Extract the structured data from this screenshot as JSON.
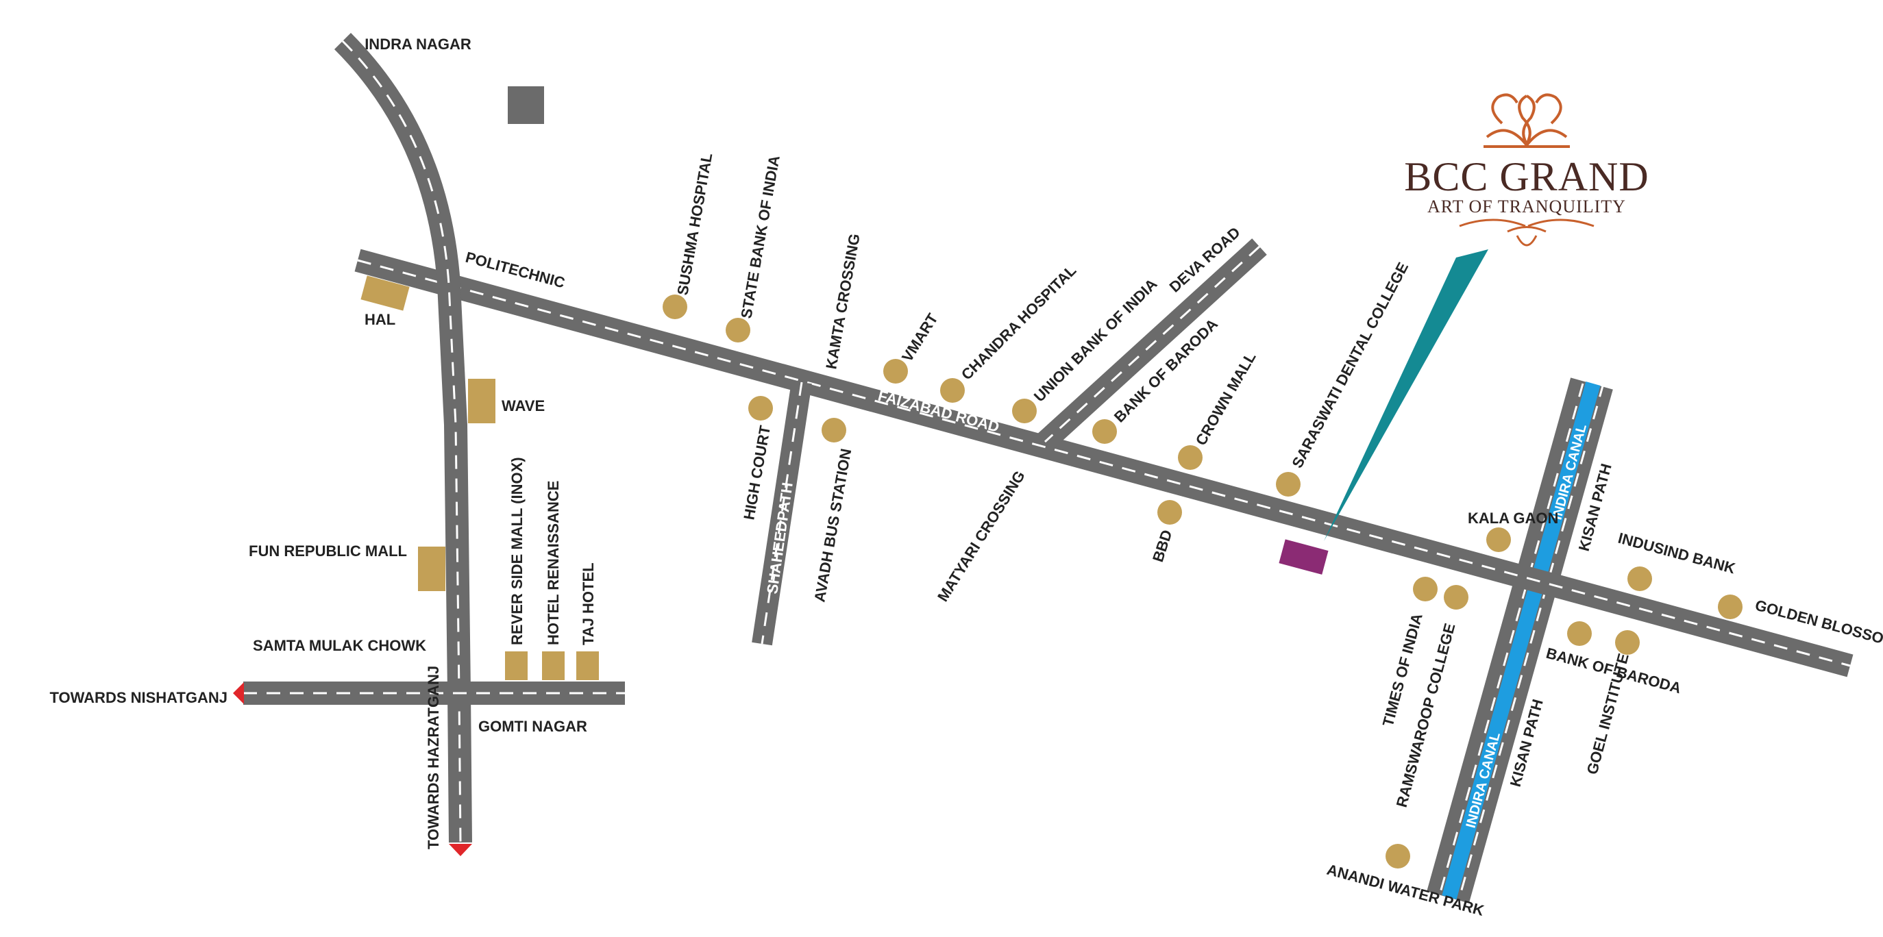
{
  "brand": {
    "name": "BCC GRAND",
    "tagline": "ART OF TRANQUILITY"
  },
  "colors": {
    "road": "#6b6b6b",
    "road_dash": "#ffffff",
    "landmark": "#c3a056",
    "canal": "#1e9de0",
    "site": "#8b2b74",
    "pointer": "#148a93",
    "direction_arrow": "#e0262a",
    "brand_ornament": "#c8602c",
    "brand_text": "#4a2a24"
  },
  "areas": {
    "indra_nagar": "INDRA NAGAR",
    "politechnic": "POLITECHNIC",
    "hal": "HAL",
    "wave": "WAVE",
    "fun_republic": "FUN REPUBLIC MALL",
    "samta": "SAMTA MULAK CHOWK",
    "gomti": "GOMTI NAGAR",
    "nishatganj": "TOWARDS NISHATGANJ",
    "hazratganj": "TOWARDS HAZRATGANJ",
    "reverside": "REVER SIDE MALL (INOX)",
    "renaissance": "HOTEL RENAISSANCE",
    "taj": "TAJ HOTEL"
  },
  "roads": {
    "faizabad": "FAIZABAD ROAD",
    "shaheedpath": "SHAHEEDPATH",
    "deva": "DEVA ROAD",
    "kisan_upper": "KISAN PATH",
    "kisan_lower": "KISAN PATH",
    "canal_upper": "INDIRA CANAL",
    "canal_lower": "INDIRA CANAL",
    "kamta": "KAMTA CROSSING",
    "matyari": "MATYARI CROSSING"
  },
  "landmarks": {
    "sushma": "SUSHMA HOSPITAL",
    "sbi": "STATE BANK OF INDIA",
    "vmart": "VMART",
    "chandra": "CHANDRA HOSPITAL",
    "union": "UNION BANK OF INDIA",
    "baroda1": "BANK OF BARODA",
    "crown": "CROWN MALL",
    "saraswati": "SARASWATI DENTAL COLLEGE",
    "highcourt": "HIGH COURT",
    "avadh": "AVADH BUS STATION",
    "bbd": "BBD",
    "kalagaon": "KALA GAON",
    "indusind": "INDUSIND BANK",
    "golden": "GOLDEN BLOSSOM",
    "times": "TIMES OF INDIA",
    "ramswaroop": "RAMSWAROOP COLLEGE",
    "baroda2": "BANK OF BARODA",
    "goel": "GOEL INSTITUTE",
    "anandi": "ANANDI WATER PARK"
  }
}
